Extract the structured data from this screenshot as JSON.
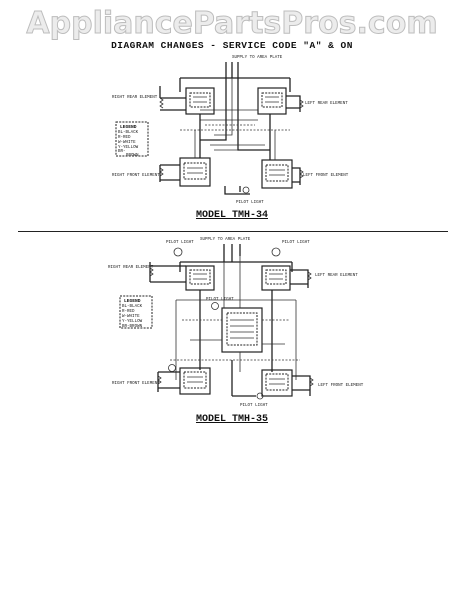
{
  "watermark": "AppliancePartsPros.com",
  "heading": "DIAGRAM CHANGES - SERVICE CODE \"A\" & ON",
  "diagram_34": {
    "model": "MODEL TMH-34",
    "supply": "SUPPLY TO AREA PLATE",
    "right_rear": "RIGHT REAR ELEMENT",
    "left_rear": "LEFT REAR ELEMENT",
    "right_front": "RIGHT FRONT ELEMENT",
    "left_front": "LEFT FRONT ELEMENT",
    "pilot": "PILOT LIGHT",
    "legend": {
      "title": "LEGEND",
      "lines": [
        "BL-BLACK",
        "R-RED",
        "W-WHITE",
        "Y-YELLOW",
        "BR-",
        "BROWN"
      ]
    }
  },
  "diagram_35": {
    "model": "MODEL TMH-35",
    "supply": "SUPPLY TO AREA PLATE",
    "right_rear": "RIGHT REAR ELEMENT",
    "left_rear": "LEFT REAR ELEMENT",
    "right_front": "RIGHT FRONT ELEMENT",
    "left_front": "LEFT FRONT ELEMENT",
    "pilot": "PILOT LIGHT",
    "legend": {
      "title": "LEGEND",
      "lines": [
        "BL-BLACK",
        "R-RED",
        "W-WHITE",
        "Y-YELLOW",
        "BR-BROWN"
      ]
    }
  }
}
